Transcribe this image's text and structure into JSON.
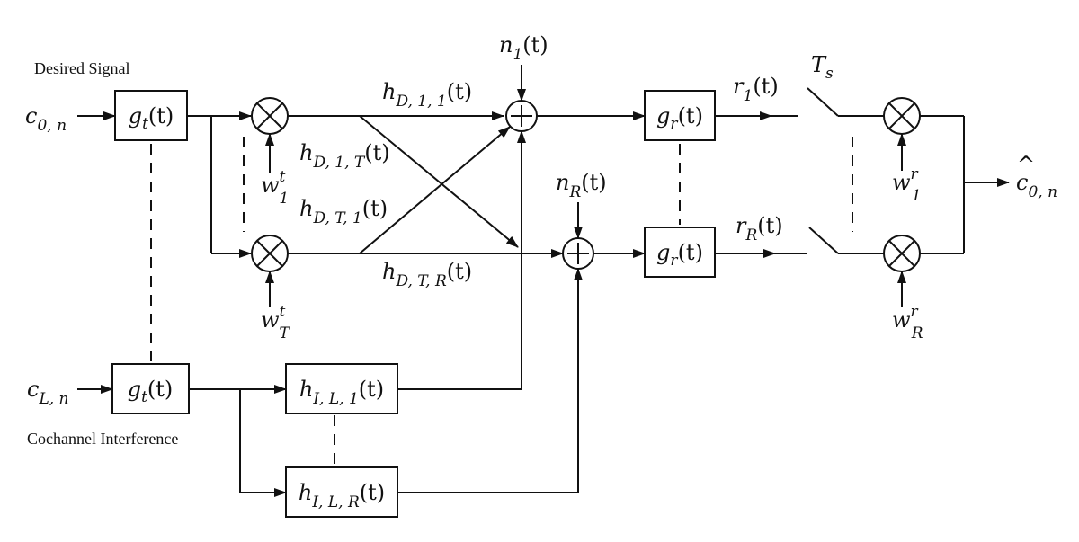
{
  "labels": {
    "desired_signal": "Desired Signal",
    "cochannel_interference": "Cochannel Interference"
  },
  "math": {
    "c0n": {
      "base": "c",
      "sub": "0, n"
    },
    "cLn": {
      "base": "c",
      "sub": "L, n"
    },
    "gt_fn": "g",
    "gt_sub": "t",
    "gr_sub": "r",
    "arg": "(t)",
    "n1": {
      "base": "n",
      "sub": "1"
    },
    "nR": {
      "base": "n",
      "sub": "R"
    },
    "r1": {
      "base": "r",
      "sub": "1"
    },
    "rR": {
      "base": "r",
      "sub": "R"
    },
    "Ts": {
      "base": "T",
      "sub": "s"
    },
    "w1t": {
      "base": "w",
      "sup": "t",
      "sub": "1"
    },
    "wTt": {
      "base": "w",
      "sup": "t",
      "sub": "T"
    },
    "w1r": {
      "base": "w",
      "sup": "r",
      "sub": "1"
    },
    "wRr": {
      "base": "w",
      "sup": "r",
      "sub": "R"
    },
    "hD11": {
      "base": "h",
      "sub": "D, 1, 1"
    },
    "hD1T": {
      "base": "h",
      "sub": "D, 1, T"
    },
    "hDT1": {
      "base": "h",
      "sub": "D, T, 1"
    },
    "hDTR": {
      "base": "h",
      "sub": "D, T, R"
    },
    "hIL1": {
      "base": "h",
      "sub": "I, L, 1"
    },
    "hILR": {
      "base": "h",
      "sub": "I, L, R"
    },
    "c0n_hat": {
      "base": "c",
      "hat": "^",
      "sub": "0, n"
    },
    "plus": "+",
    "times": "×"
  }
}
